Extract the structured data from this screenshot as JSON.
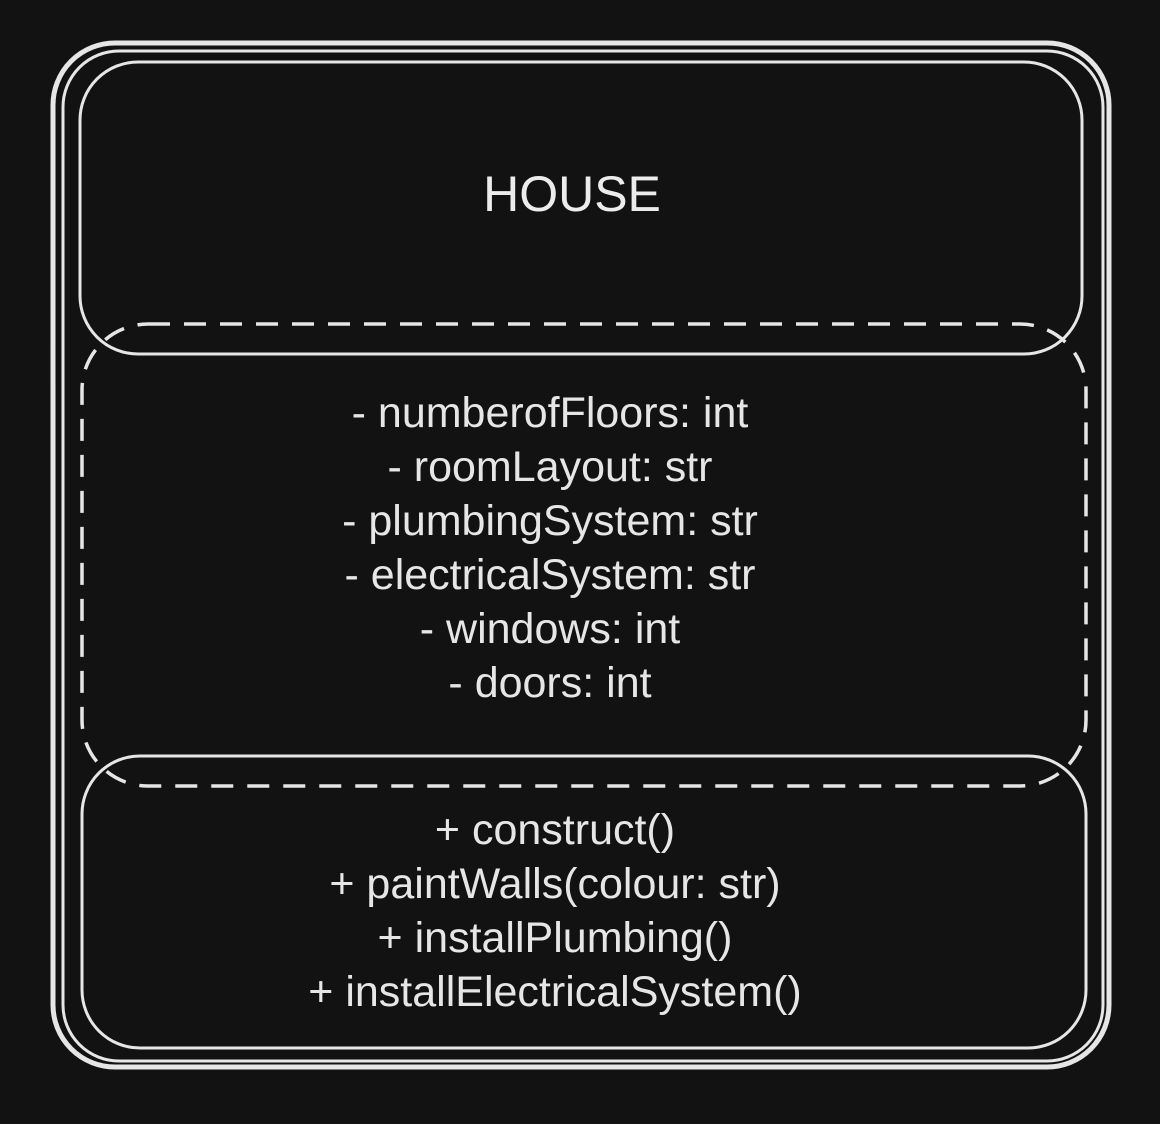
{
  "diagram": {
    "class_name": "HOUSE",
    "attributes": [
      "- numberofFloors: int",
      "- roomLayout: str",
      "- plumbingSystem: str",
      "- electricalSystem: str",
      "- windows: int",
      "- doors: int"
    ],
    "methods": [
      "+ construct()",
      "+ paintWalls(colour: str)",
      "+ installPlumbing()",
      "+ installElectricalSystem()"
    ],
    "colors": {
      "background": "#121212",
      "stroke": "#e6e6e6",
      "text": "#e8e8e8"
    }
  }
}
